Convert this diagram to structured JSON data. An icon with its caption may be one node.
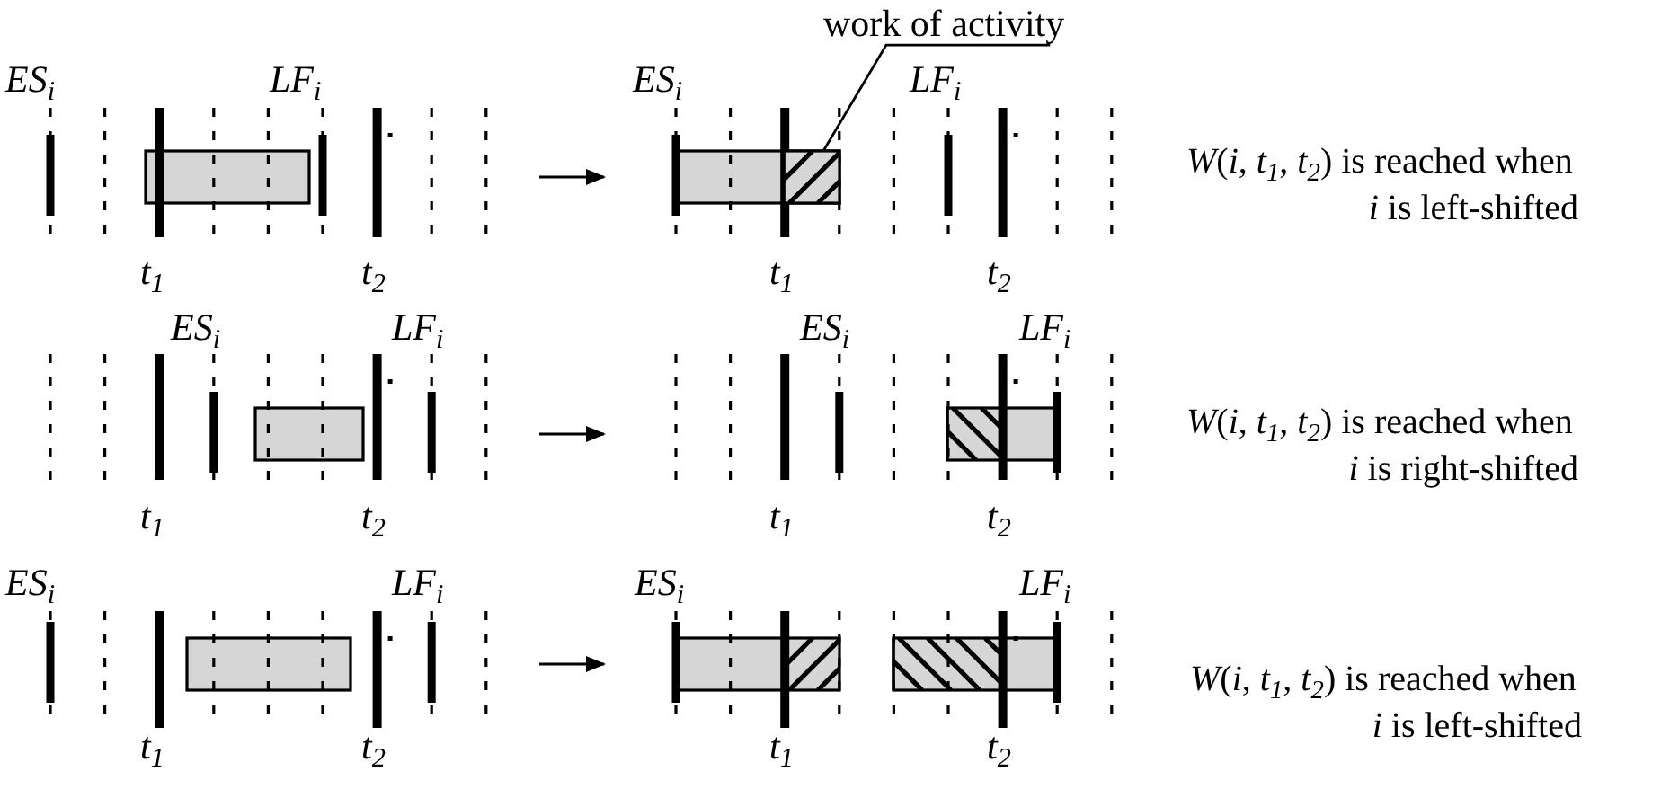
{
  "diagram": {
    "nodes": [
      {
        "text": [
          "work of activity"
        ]
      },
      {
        "text": [],
        "shape": "box"
      }
    ],
    "edges": [
      {
        "from": 0,
        "to": 1,
        "arrow": "none"
      }
    ],
    "labels": [
      "*ES*$_{i}$",
      "*LF*$_{i}$",
      "*t*$_{1}$",
      "*t*$_{2}$",
      "*ES*$_{i}$",
      "*LF*$_{i}$",
      "*t*$_{1}$",
      "*t*$_{2}$",
      "*W*(*i*, *t*$_{1}$, *t*$_{2}$) is reached when *i* is left-shifted",
      "*ES*$_{i}$",
      "*LF*$_{i}$",
      "*t*$_{1}$",
      "*t*$_{2}$",
      "*ES*$_{i}$",
      "*LF*$_{i}$",
      "*t*$_{1}$",
      "*t*$_{2}$",
      "*W*(*i*, *t*$_{1}$, *t*$_{2}$) is reached when *i* is right-shifted",
      "*ES*$_{i}$",
      "*LF*$_{i}$",
      "*t*$_{1}$",
      "*t*$_{2}$",
      "*ES*$_{i}$",
      "*LF*$_{i}$",
      "*t*$_{1}$",
      "*t*$_{2}$",
      "*W*(*i*, *t*$_{1}$, *t*$_{2}$) is reached when *i* is left-shifted"
    ]
  }
}
